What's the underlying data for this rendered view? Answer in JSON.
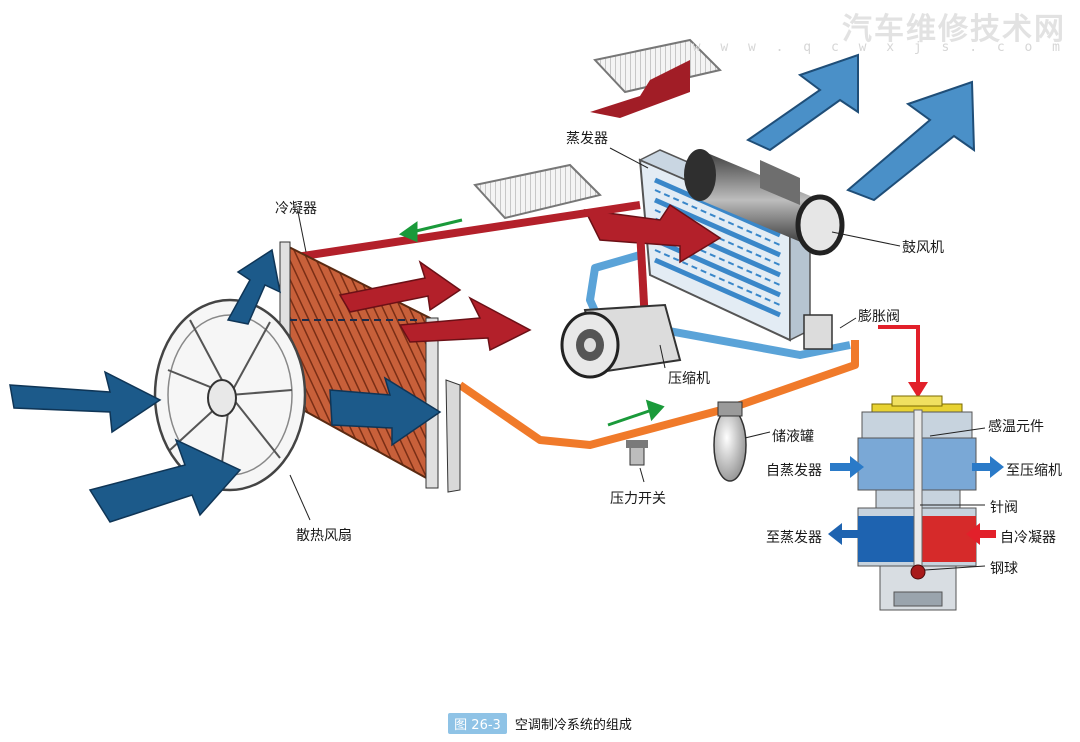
{
  "watermark": {
    "title": "汽车维修技术网",
    "url": "w w w . q c w x j s . c o m"
  },
  "labels": {
    "evaporator": "蒸发器",
    "condenser": "冷凝器",
    "blower": "鼓风机",
    "expansion_valve": "膨胀阀",
    "compressor": "压缩机",
    "receiver_drier": "储液罐",
    "pressure_switch": "压力开关",
    "cooling_fan": "散热风扇",
    "sensing_element": "感温元件",
    "from_evaporator": "自蒸发器",
    "to_compressor": "至压缩机",
    "needle_valve": "针阀",
    "to_evaporator": "至蒸发器",
    "from_condenser": "自冷凝器",
    "steel_ball": "钢球"
  },
  "caption": {
    "figure_number": "图 26-3",
    "text": "空调制冷系统的组成"
  },
  "colors": {
    "high_pressure_line": "#b3202a",
    "liquid_line": "#f07a2a",
    "low_pressure_line": "#5aa3d8",
    "airflow_blue": "#1c5a8a",
    "airflow_light_blue": "#4a90c8",
    "condenser_fins": "#c8603a",
    "flow_arrow_green": "#1a9a3a"
  }
}
